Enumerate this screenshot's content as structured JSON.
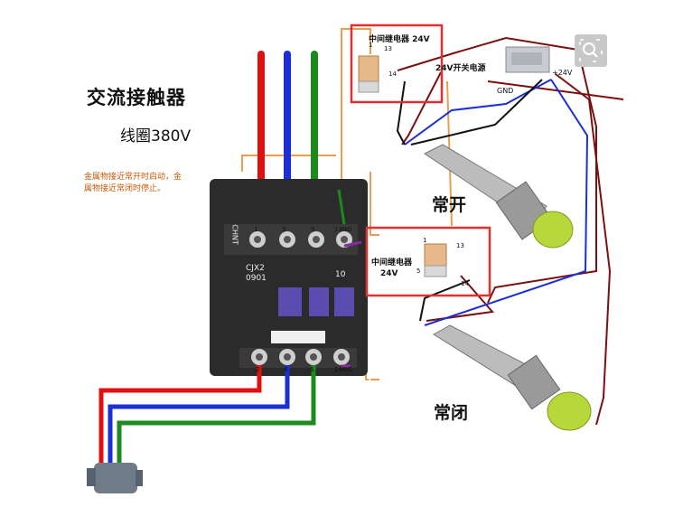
{
  "title": "交流接触器",
  "coil_label": "线圈380V",
  "note": "金属物接近常开时启动，金属物接近常闭时停止。",
  "relay_top": {
    "label": "中间继电器 24V",
    "pin_1": "1",
    "pin_13": "13",
    "pin_14": "14"
  },
  "relay_bottom": {
    "label_line1": "中间继电器",
    "label_line2": "24V",
    "pin_1": "1",
    "pin_13": "13",
    "pin_5": "5",
    "pin_14": "14"
  },
  "power_supply": {
    "label": "24V开关电源",
    "gnd": "GND",
    "plus24": "+24V"
  },
  "sensor_no": "常开",
  "sensor_nc": "常闭",
  "contactor": {
    "model_line1": "CJX2",
    "model_line2": "0901",
    "contact_type": "10",
    "brand": "CHNT",
    "top_terminals": [
      "1",
      "3",
      "5",
      "13NO"
    ],
    "bottom_terminals": [
      "2",
      "4",
      "6",
      "14NO"
    ]
  },
  "colors": {
    "phase_l1": "#e01010",
    "phase_l2": "#1a2fd6",
    "phase_l3": "#1d8a1d",
    "control_wire": "#e8a050",
    "signal_wire": "#7a1010",
    "highlight_box": "#e03030"
  }
}
